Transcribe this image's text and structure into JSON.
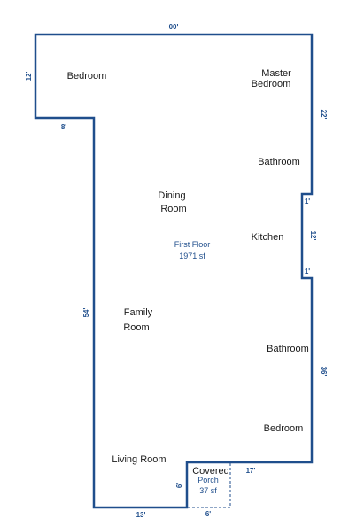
{
  "floor": {
    "name": "First Floor",
    "area": "1971 sf",
    "wall_color": "#1f4e8c"
  },
  "rooms": {
    "bedroom_top": "Bedroom",
    "master_line1": "Master",
    "master_line2": "Bedroom",
    "bathroom_upper": "Bathroom",
    "dining_line1": "Dining",
    "dining_line2": "Room",
    "kitchen": "Kitchen",
    "family_line1": "Family",
    "family_line2": "Room",
    "bathroom_lower": "Bathroom",
    "bedroom_lower": "Bedroom",
    "living_room": "Living Room",
    "covered": "Covered"
  },
  "porch": {
    "label": "Porch",
    "area": "37 sf"
  },
  "dimensions": {
    "top": "00'",
    "left_top": "12'",
    "step": "8'",
    "left_long": "54'",
    "right_top": "22'",
    "notch_top": "1'",
    "notch_side": "12'",
    "notch_bottom": "1'",
    "right_lower": "36'",
    "bottom_right": "17'",
    "porch_side": "6'",
    "bottom_left": "13'",
    "porch_bottom": "6'"
  }
}
